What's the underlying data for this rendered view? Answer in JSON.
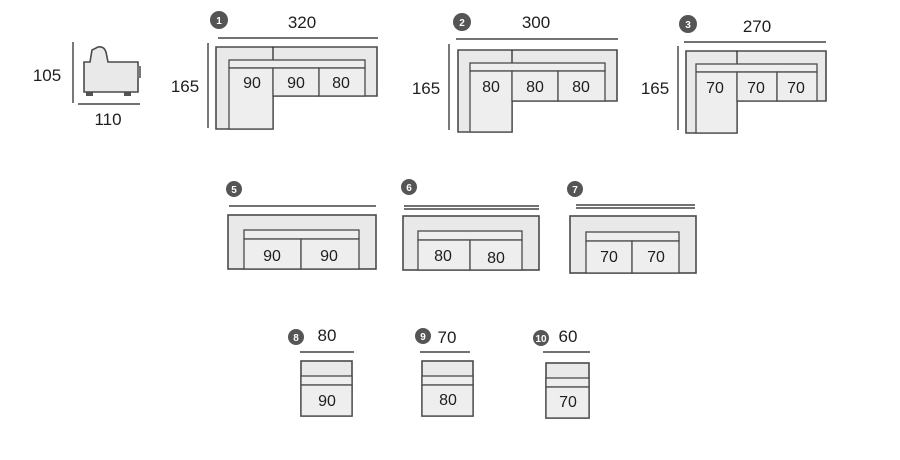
{
  "side_view": {
    "height_label": "105",
    "depth_label": "110"
  },
  "configs": [
    {
      "number": "1",
      "width_label": "320",
      "depth_label": "165",
      "seats": [
        "90",
        "90",
        "80"
      ]
    },
    {
      "number": "2",
      "width_label": "300",
      "depth_label": "165",
      "seats": [
        "80",
        "80",
        "80"
      ]
    },
    {
      "number": "3",
      "width_label": "270",
      "depth_label": "165",
      "seats": [
        "70",
        "70",
        "70"
      ]
    },
    {
      "number": "5",
      "seats": [
        "90",
        "90"
      ]
    },
    {
      "number": "6",
      "seats": [
        "80",
        "80"
      ]
    },
    {
      "number": "7",
      "seats": [
        "70",
        "70"
      ]
    },
    {
      "number": "8",
      "width_label": "80",
      "seats": [
        "90"
      ]
    },
    {
      "number": "9",
      "width_label": "70",
      "seats": [
        "80"
      ]
    },
    {
      "number": "10",
      "width_label": "60",
      "seats": [
        "70"
      ]
    }
  ],
  "colors": {
    "upholstery": "#e9e9e9",
    "outline": "#4a4a4a",
    "badge": "#555555"
  }
}
